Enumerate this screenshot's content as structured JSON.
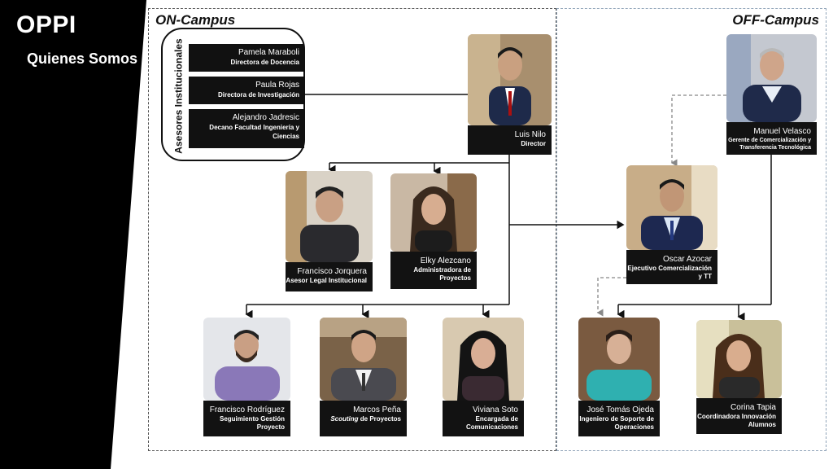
{
  "brand": {
    "title": "OPPI",
    "subtitle": "Quienes Somos"
  },
  "zones": {
    "on_campus": "ON-Campus",
    "off_campus": "OFF-Campus"
  },
  "advisors": {
    "label": "Asesores Institucionales",
    "items": [
      {
        "name": "Pamela Maraboli",
        "role": "Directora de Docencia"
      },
      {
        "name": "Paula Rojas",
        "role": "Directora de  Investigación"
      },
      {
        "name": "Alejandro Jadresic",
        "role": "Decano Facultad Ingeniería y Ciencias"
      }
    ]
  },
  "people": {
    "director": {
      "name": "Luis Nilo",
      "role": "Director"
    },
    "manager": {
      "name": "Manuel Velasco",
      "role": "Gerente de Comercialización y Transferencia Tecnológica"
    },
    "legal": {
      "name": "Francisco Jorquera",
      "role": "Asesor Legal Institucional"
    },
    "admin": {
      "name": "Elky Alezcano",
      "role": "Administradora de Proyectos"
    },
    "executive": {
      "name": "Oscar Azocar",
      "role": "Ejecutivo Comercialización y TT"
    },
    "tracking": {
      "name": "Francisco Rodríguez",
      "role": "Seguimiento Gestión Proyecto"
    },
    "scouting": {
      "name": "Marcos Peña",
      "role_em": "Scouting",
      "role_rest": " de Proyectos"
    },
    "comms": {
      "name": "Viviana Soto",
      "role": "Encargada de Comunicaciones"
    },
    "support": {
      "name": "José Tomás Ojeda",
      "role": "Ingeniero de Soporte de Operaciones"
    },
    "innovation": {
      "name": "Corina Tapia",
      "role": "Coordinadora Innovación Alumnos"
    }
  },
  "colors": {
    "panel": "#000000",
    "caption": "#121212",
    "on_border": "#555555",
    "off_border": "#8fa3b8"
  }
}
